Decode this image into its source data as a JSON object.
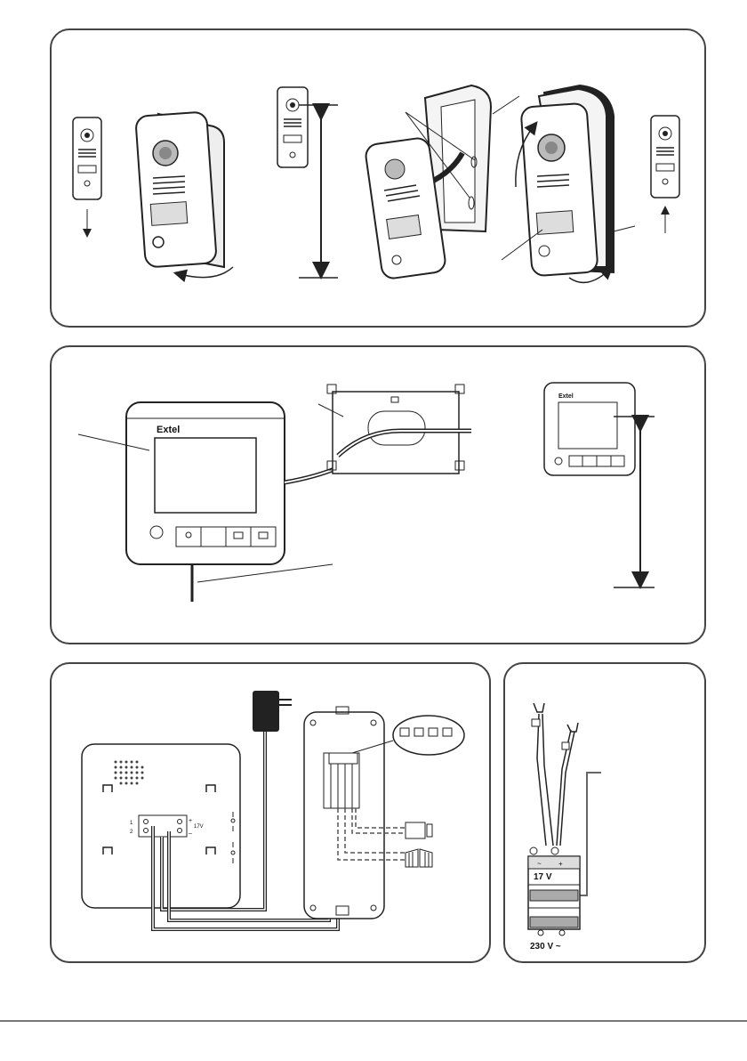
{
  "brand": "Extel",
  "outdoor_unit": {
    "terminal_numbers": [
      "1",
      "2"
    ]
  },
  "indoor_monitor": {
    "terminal_labels": [
      "1",
      "2"
    ],
    "terminal_voltage": "17V",
    "terminal_plus": "+",
    "terminal_minus": "–"
  },
  "power_supply": {
    "voltage": "17 V",
    "mains_label": "230 V ~",
    "terminal_signs": [
      "~",
      "+"
    ]
  },
  "colors": {
    "line": "#222222",
    "panel_border": "#444444",
    "screen_fill": "#ffffff"
  }
}
